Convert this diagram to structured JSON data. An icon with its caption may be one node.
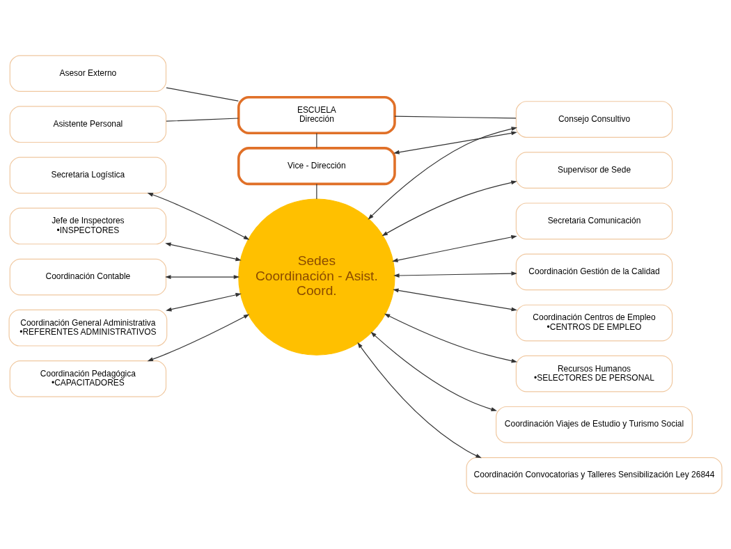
{
  "diagram": {
    "nodes": [
      {
        "text": [
          "ESCUELA",
          "Dirección"
        ]
      },
      {
        "text": [
          "Vice - Dirección"
        ]
      },
      {
        "text": [
          "Asesor Externo"
        ]
      },
      {
        "text": [
          "Asistente Personal"
        ]
      },
      {
        "text": [
          "Consejo Consultivo"
        ]
      },
      {
        "text": [
          "Sedes Coordinación - Asist. Coord."
        ]
      },
      {
        "text": [
          "Supervisor de Sede"
        ]
      },
      {
        "text": [
          "Secretaria Comunicación"
        ]
      },
      {
        "text": [
          "Coordinación Gestión de la Calidad"
        ]
      },
      {
        "text": [
          "Coordinación Centros de Empleo",
          "•CENTROS DE EMPLEO"
        ]
      },
      {
        "text": [
          "Recursos Humanos",
          "•SELECTORES DE PERSONAL"
        ]
      },
      {
        "text": [
          "Coordinación Viajes de Estudio y Turismo Social"
        ]
      },
      {
        "text": [
          "Coordinación Convocatorias y Talleres Sensibilización Ley 26844"
        ]
      },
      {
        "text": [
          "Secretaria Logística"
        ]
      },
      {
        "text": [
          "Jefe de Inspectores",
          "•INSPECTORES"
        ]
      },
      {
        "text": [
          "Coordinación Contable"
        ]
      },
      {
        "text": [
          "Coordinación General Administrativa",
          "•REFERENTES ADMINISTRATIVOS"
        ]
      },
      {
        "text": [
          "Coordinación Pedagógica",
          "•CAPACITADORES"
        ]
      }
    ],
    "edges": [
      {
        "from": 2,
        "to": 0,
        "arrow": "none"
      },
      {
        "from": 3,
        "to": 0,
        "arrow": "none"
      },
      {
        "from": 0,
        "to": 4,
        "arrow": "none"
      },
      {
        "from": 0,
        "to": 1,
        "arrow": "none"
      },
      {
        "from": 1,
        "to": 5,
        "arrow": "none"
      },
      {
        "from": 1,
        "to": 4,
        "arrow": "both"
      },
      {
        "from": 5,
        "to": 4,
        "arrow": "both"
      },
      {
        "from": 5,
        "to": 6,
        "arrow": "both"
      },
      {
        "from": 5,
        "to": 7,
        "arrow": "both"
      },
      {
        "from": 5,
        "to": 8,
        "arrow": "both"
      },
      {
        "from": 5,
        "to": 9,
        "arrow": "both"
      },
      {
        "from": 5,
        "to": 10,
        "arrow": "both"
      },
      {
        "from": 5,
        "to": 11,
        "arrow": "both"
      },
      {
        "from": 5,
        "to": 12,
        "arrow": "both"
      },
      {
        "from": 13,
        "to": 5,
        "arrow": "both"
      },
      {
        "from": 14,
        "to": 5,
        "arrow": "both"
      },
      {
        "from": 15,
        "to": 5,
        "arrow": "both"
      },
      {
        "from": 16,
        "to": 5,
        "arrow": "both"
      },
      {
        "from": 17,
        "to": 5,
        "arrow": "both"
      }
    ]
  }
}
